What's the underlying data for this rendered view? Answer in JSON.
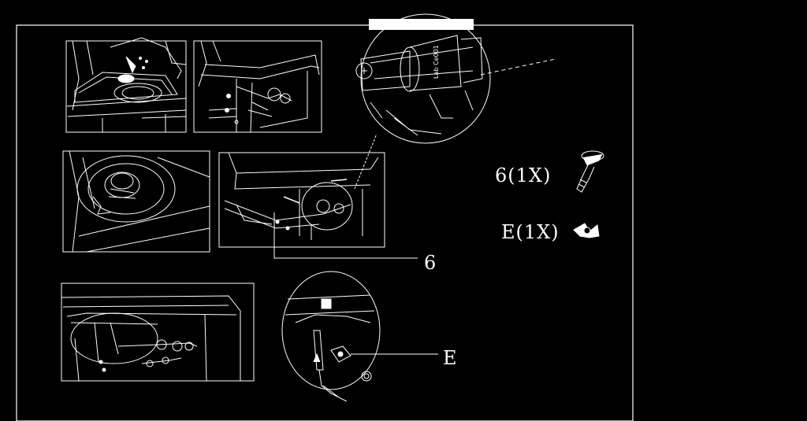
{
  "callouts": {
    "burner_tube": "6",
    "wing_nut": "E"
  },
  "parts_list": [
    {
      "label": "6(1X)",
      "icon": "burner-tube-icon"
    },
    {
      "label": "E(1X)",
      "icon": "wing-nut-icon"
    }
  ],
  "badge_text": "Lab Ce001",
  "colors": {
    "background": "#000000",
    "line": "#ffffff",
    "redaction": "#ffffff"
  }
}
